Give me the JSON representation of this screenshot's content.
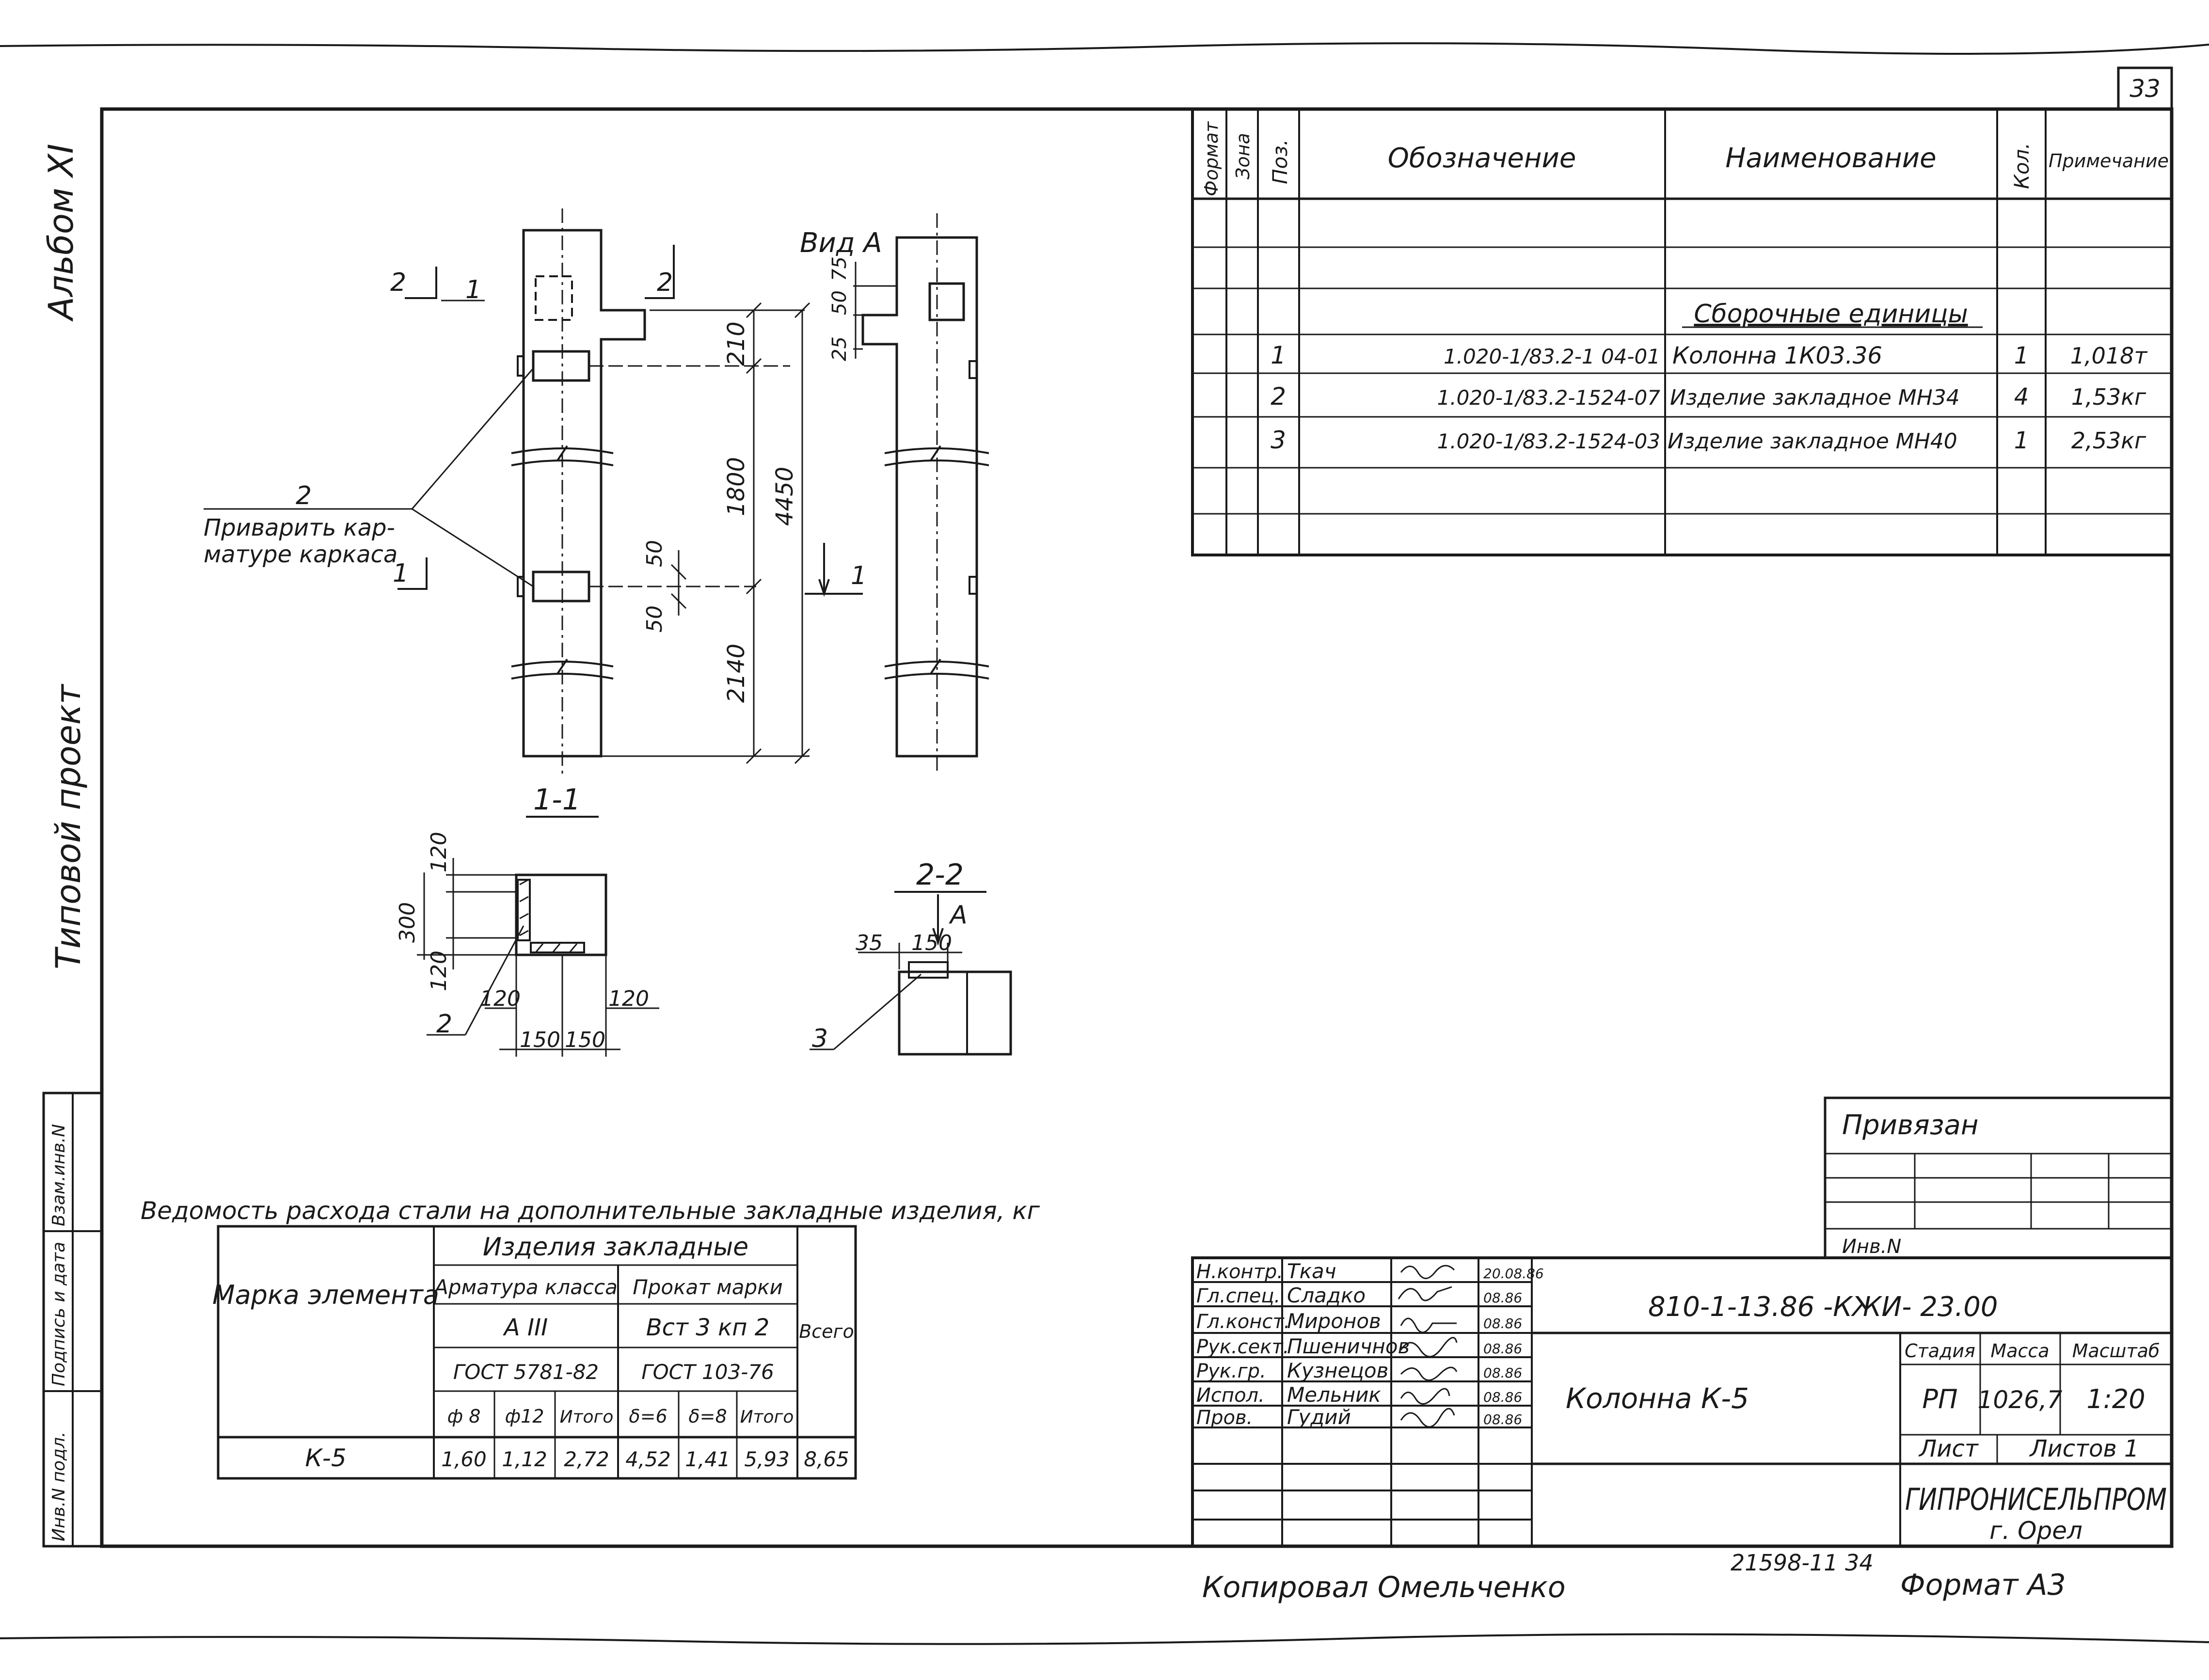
{
  "sheet": {
    "page_number": "33",
    "side_album": "Альбом XI",
    "side_project": "Типовой проект"
  },
  "drawing": {
    "view_label": "Вид А",
    "section_1_1": "1-1",
    "section_2_2": "2-2",
    "arrow_A": "A",
    "note_num": "2",
    "note_line1": "Приварить кар-",
    "note_line2": "матуре каркаса",
    "markers": {
      "m1": "1",
      "m2": "2",
      "m3": "3"
    },
    "dims": {
      "d210": "210",
      "d1800": "1800",
      "d4450": "4450",
      "d2140": "2140",
      "d50a": "50",
      "d50b": "50",
      "d25": "25",
      "d50c": "50",
      "d75": "75",
      "d120a": "120",
      "d300": "300",
      "d120b": "120",
      "d120c": "120",
      "d120d": "120",
      "d150a": "150",
      "d150b": "150",
      "d35": "35",
      "d150c": "150"
    }
  },
  "spec": {
    "headers": {
      "format": "Формат",
      "zone": "Зона",
      "pos": "Поз.",
      "designation": "Обозначение",
      "name": "Наименование",
      "qty": "Кол.",
      "note": "Примечание"
    },
    "section_title": "Сборочные единицы",
    "rows": [
      {
        "pos": "1",
        "designation": "1.020-1/83.2-1 04-01",
        "name": "Колонна 1К03.36",
        "qty": "1",
        "note": "1,018т"
      },
      {
        "pos": "2",
        "designation": "1.020-1/83.2-1524-07",
        "name": "Изделие закладное МН34",
        "qty": "4",
        "note": "1,53кг"
      },
      {
        "pos": "3",
        "designation": "1.020-1/83.2-1524-03",
        "name": "Изделие закладное МН40",
        "qty": "1",
        "note": "2,53кг"
      }
    ]
  },
  "steel": {
    "caption": "Ведомость расхода стали на дополнительные закладные изделия, кг",
    "h_mark": "Марка элемента",
    "h_group": "Изделия закладные",
    "h_armature": "Арматура класса",
    "h_armature_class": "А III",
    "h_armature_gost": "ГОСТ 5781-82",
    "h_rolled": "Прокат марки",
    "h_rolled_grade": "Вст 3 кп 2",
    "h_rolled_gost": "ГОСТ 103-76",
    "h_total": "Всего",
    "sub": [
      "ф 8",
      "ф12",
      "Итого",
      "δ=6",
      "δ=8",
      "Итого"
    ],
    "row": {
      "mark": "К-5",
      "vals": [
        "1,60",
        "1,12",
        "2,72",
        "4,52",
        "1,41",
        "5,93",
        "8,65"
      ]
    }
  },
  "privyazan": {
    "title": "Привязан",
    "inv": "Инв.N"
  },
  "left_strip": [
    "Инв.N подл.",
    "Подпись и дата",
    "Взам.инв.N"
  ],
  "title_block": {
    "code": "810-1-13.86  -КЖИ- 23.00",
    "object": "Колонна К-5",
    "stage_h": "Стадия",
    "mass_h": "Масса",
    "scale_h": "Масштаб",
    "stage": "РП",
    "mass": "1026,7",
    "scale": "1:20",
    "sheet_h": "Лист",
    "sheets_h": "Листов 1",
    "org": "ГИПРОНИСЕЛЬПРОМ",
    "city": "г. Орел",
    "staff": [
      {
        "role": "Н.контр.",
        "name": "Ткач",
        "date": "20.08.86"
      },
      {
        "role": "Гл.спец.",
        "name": "Сладко",
        "date": "08.86"
      },
      {
        "role": "Гл.конст.",
        "name": "Миронов",
        "date": "08.86"
      },
      {
        "role": "Рук.сект.",
        "name": "Пшеничнов",
        "date": "08.86"
      },
      {
        "role": "Рук.гр.",
        "name": "Кузнецов",
        "date": "08.86"
      },
      {
        "role": "Испол.",
        "name": "Мельник",
        "date": "08.86"
      },
      {
        "role": "Пров.",
        "name": "Гудий",
        "date": "08.86"
      }
    ]
  },
  "footer": {
    "copied": "Копировал Омельченко",
    "order": "21598-11  34",
    "format": "Формат А3"
  }
}
